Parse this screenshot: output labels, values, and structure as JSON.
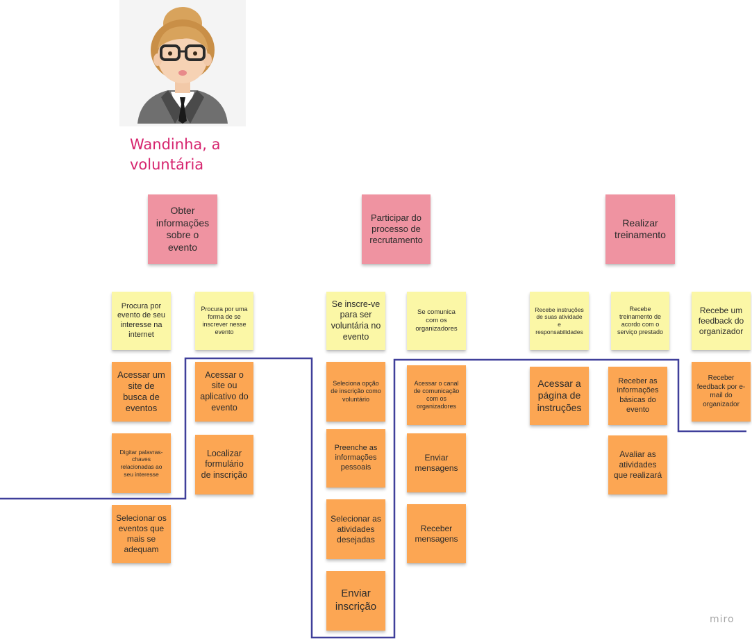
{
  "persona": {
    "name": "Wandinha, a voluntária"
  },
  "activities": [
    {
      "label": "Obter informações sobre o evento"
    },
    {
      "label": "Participar do processo de recrutamento"
    },
    {
      "label": "Realizar treinamento"
    }
  ],
  "steps": [
    {
      "label": "Procura por evento de seu interesse na internet"
    },
    {
      "label": "Procura por uma forma de se inscrever nesse evento"
    },
    {
      "label": "Se inscre-ve para ser voluntária no evento"
    },
    {
      "label": "Se comunica com os organizadores"
    },
    {
      "label": "Recebe instruções de suas atividade e responsabilidades"
    },
    {
      "label": "Recebe treinamento de acordo com o serviço prestado"
    },
    {
      "label": "Recebe um feedback do organizador"
    }
  ],
  "tasks": {
    "col1": [
      "Acessar um site de busca de eventos",
      "Digitar palavras-chaves relacionadas ao seu interesse",
      "Selecionar os eventos que mais se adequam"
    ],
    "col2": [
      "Acessar o site ou aplicativo do evento",
      "Localizar formulário de inscrição"
    ],
    "col3": [
      "Seleciona opção de inscrição como voluntário",
      "Preenche as informações pessoais",
      "Selecionar as atividades desejadas",
      "Enviar inscrição"
    ],
    "col4": [
      "Acessar o canal de comunicação com os organizadores",
      "Enviar mensagens",
      "Receber mensagens"
    ],
    "col5": [
      "Acessar a página de instruções"
    ],
    "col6": [
      "Receber as informações básicas do evento",
      "Avaliar as atividades que realizará"
    ],
    "col7": [
      "Receber feedback por e-mail do organizador"
    ]
  },
  "brand": {
    "watermark": "miro"
  },
  "colors": {
    "activity": "#ef93a1",
    "step": "#fbf7a6",
    "task": "#fca653",
    "release_line": "#3f3f9a",
    "persona_name": "#d6246e"
  }
}
